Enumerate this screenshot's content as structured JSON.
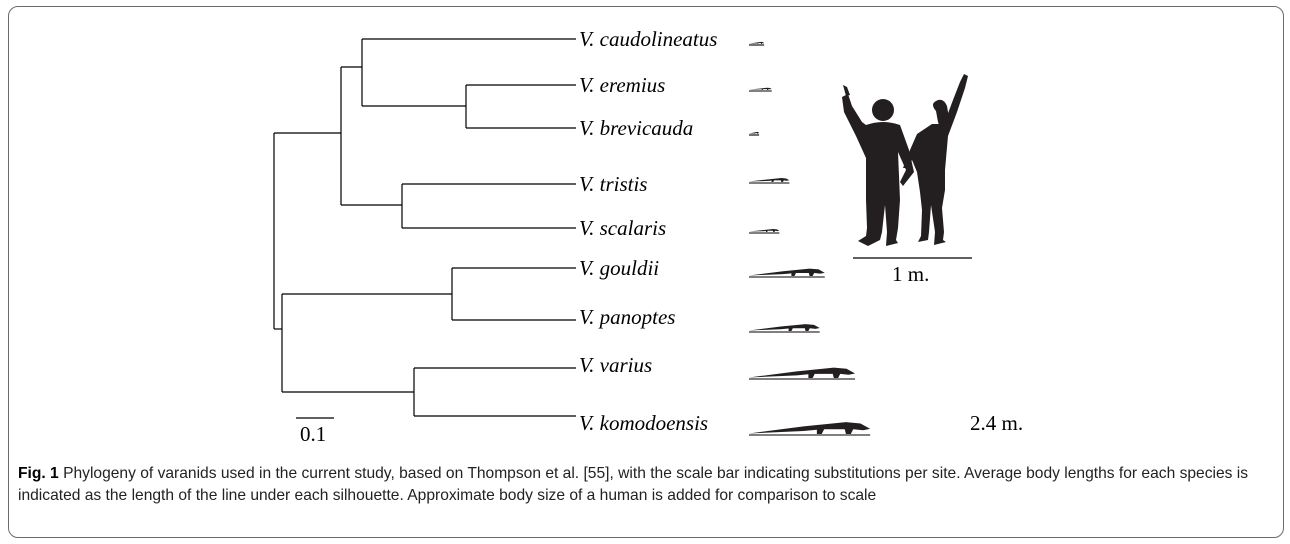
{
  "figure": {
    "species": [
      {
        "label": "V. caudolineatus",
        "length_m": 0.3
      },
      {
        "label": "V. eremius",
        "length_m": 0.45
      },
      {
        "label": "V. brevicauda",
        "length_m": 0.2
      },
      {
        "label": "V. tristis",
        "length_m": 0.8
      },
      {
        "label": "V. scalaris",
        "length_m": 0.6
      },
      {
        "label": "V. gouldii",
        "length_m": 1.5
      },
      {
        "label": "V. panoptes",
        "length_m": 1.4
      },
      {
        "label": "V. varius",
        "length_m": 2.1
      },
      {
        "label": "V. komodoensis",
        "length_m": 2.4
      }
    ],
    "scale_bar_label": "0.1",
    "human_scale_label": "1 m.",
    "komodo_length_label": "2.4 m."
  },
  "caption": {
    "fig_label": "Fig. 1",
    "text": "Phylogeny of varanids used in the current study, based on Thompson et al. [55], with the scale bar indicating substitutions per site. Average body lengths for each species is indicated as the length of the line under each silhouette. Approximate body size of a human is added for comparison to scale"
  },
  "colors": {
    "tree": "#000000",
    "silhouette": "#231f20",
    "border": "#6b6b6b"
  }
}
